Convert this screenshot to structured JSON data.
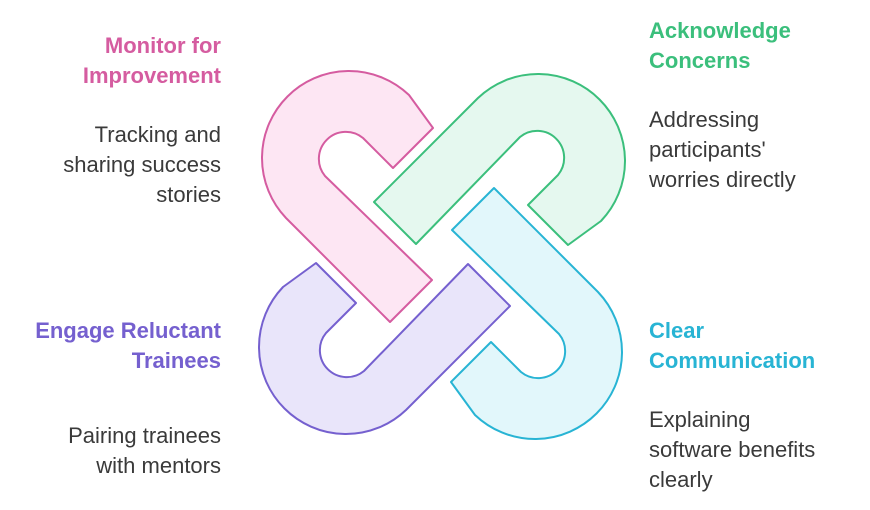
{
  "colors": {
    "pink": "#d55ca0",
    "pink_fill": "#fde6f3",
    "green": "#3bbf7c",
    "green_fill": "#e5f8ef",
    "cyan": "#28b4d4",
    "cyan_fill": "#e2f7fb",
    "purple": "#7560cf",
    "purple_fill": "#e9e5fa"
  },
  "segments": {
    "top_left": {
      "title": "Monitor for\nImprovement",
      "description": "Tracking and\nsharing success\nstories"
    },
    "top_right": {
      "title": "Acknowledge\nConcerns",
      "description": "Addressing\nparticipants'\nworries directly"
    },
    "bottom_left": {
      "title": "Engage Reluctant\nTrainees",
      "description": "Pairing trainees\nwith mentors"
    },
    "bottom_right": {
      "title": "Clear\nCommunication",
      "description": "Explaining\nsoftware benefits\nclearly"
    }
  }
}
